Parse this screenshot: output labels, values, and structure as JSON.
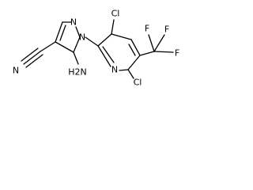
{
  "molecule": {
    "pyrazole_n1": "N",
    "pyrazole_n2": "N",
    "nitrile_n": "N",
    "amino_h2n": "H2N",
    "pyridine_n": "N",
    "chloro_upper": "Cl",
    "chloro_lower": "Cl",
    "trifluoromethyl_f_top_left": "F",
    "trifluoromethyl_f_top_right": "F",
    "trifluoromethyl_f_right": "F"
  }
}
